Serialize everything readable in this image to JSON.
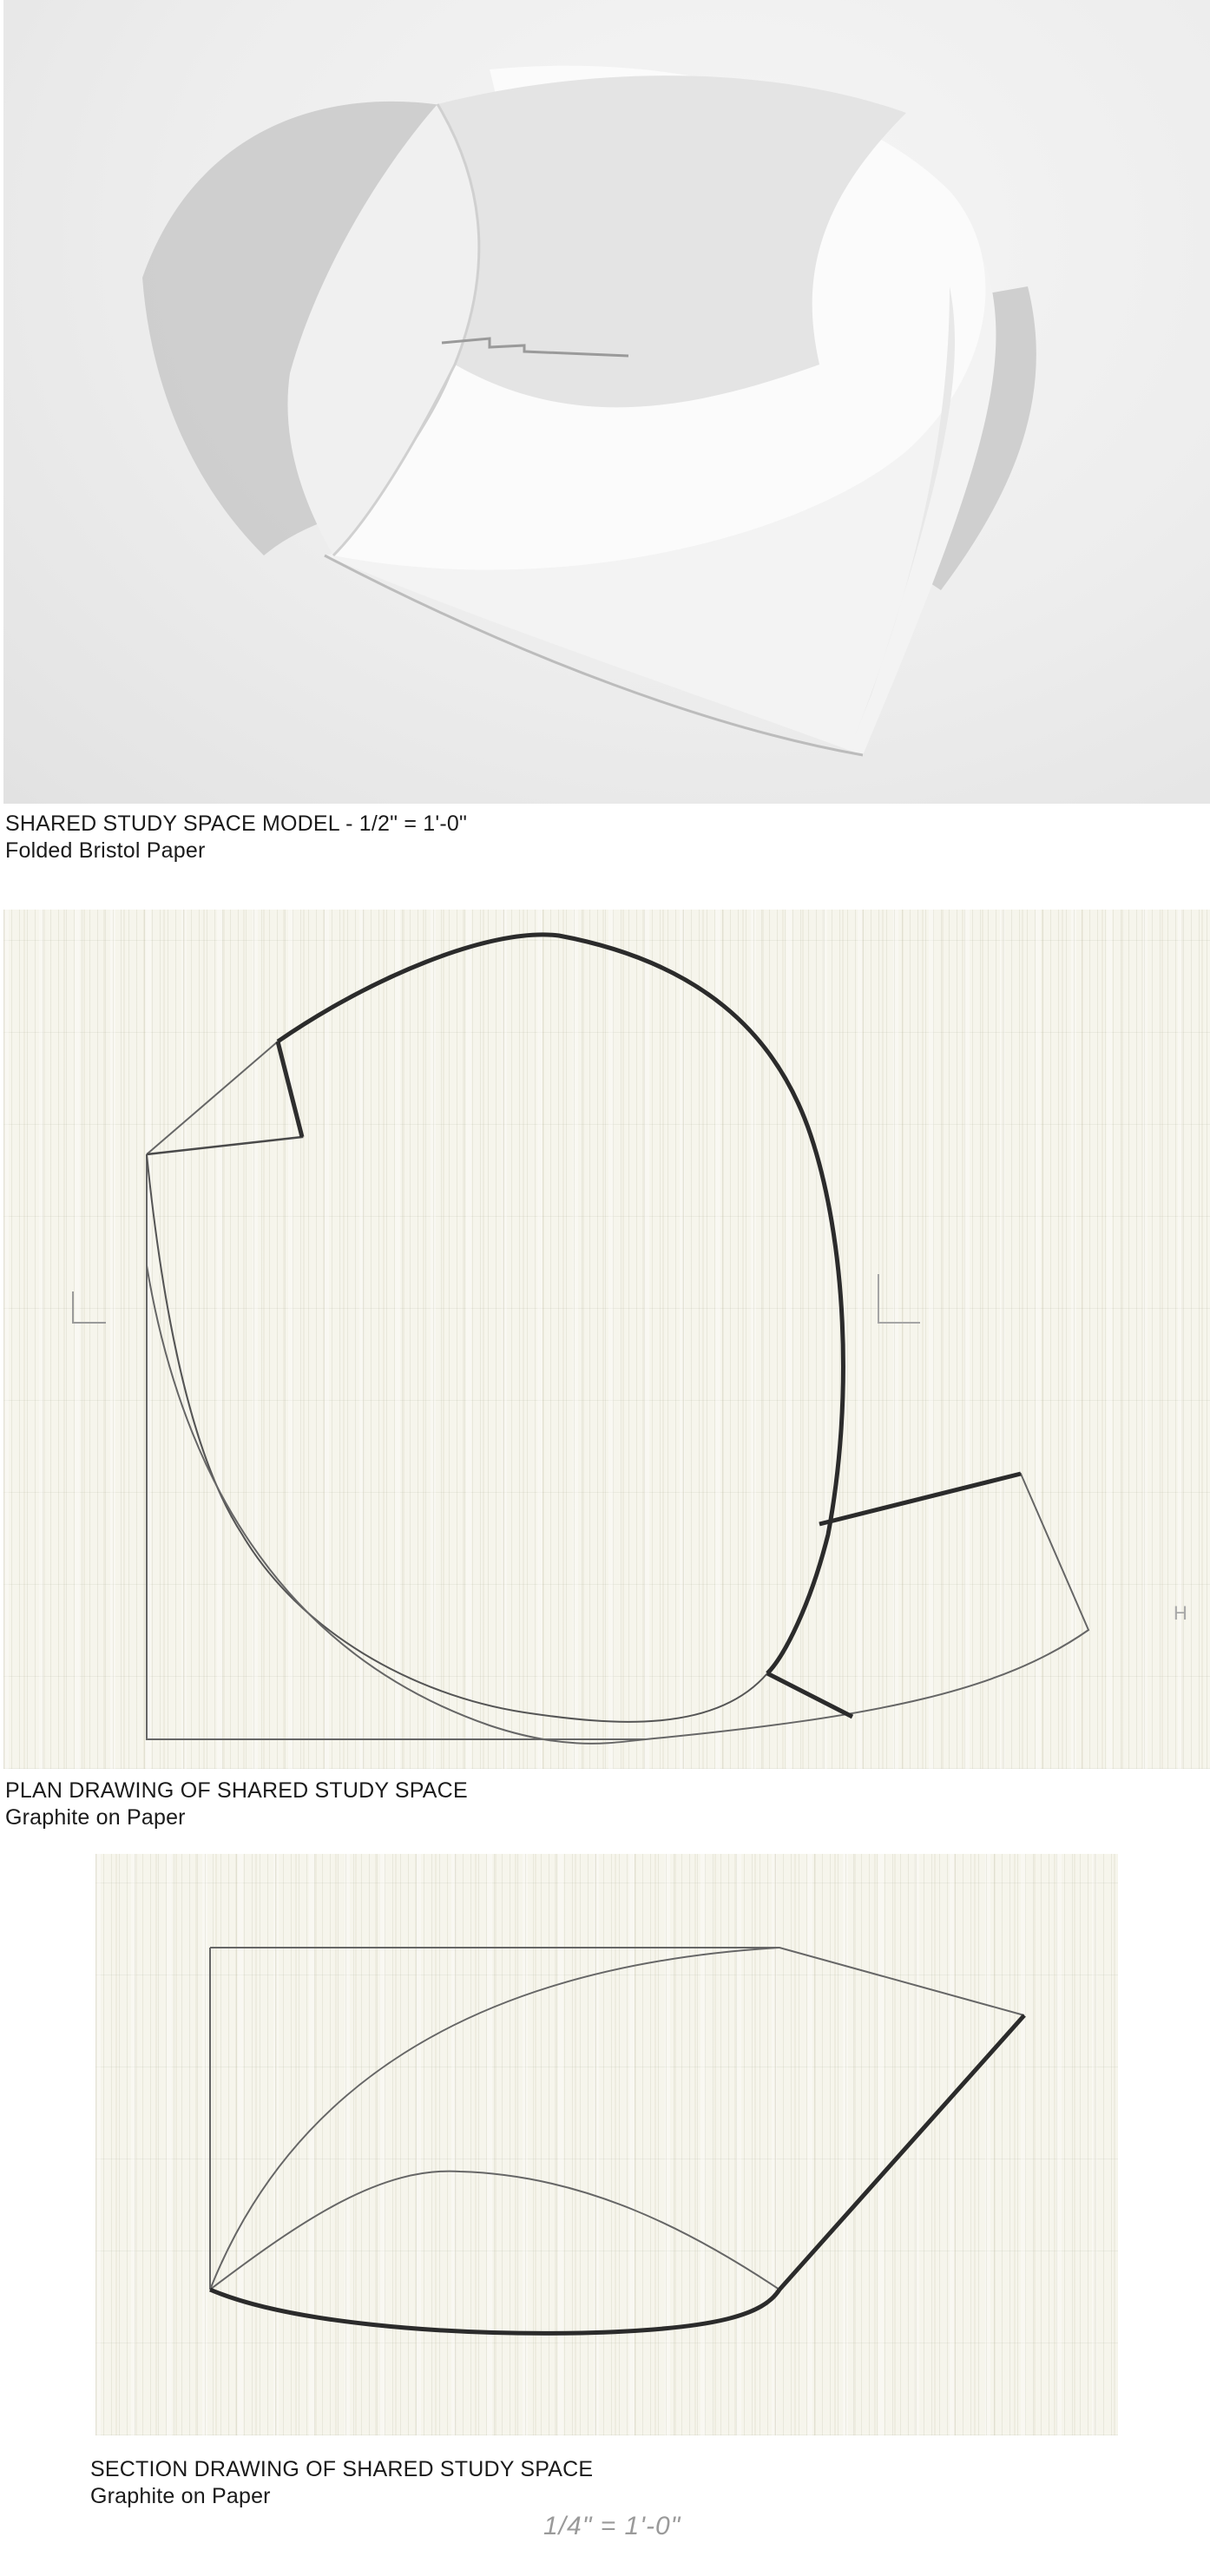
{
  "model": {
    "title": "SHARED STUDY SPACE MODEL - 1/2\" = 1'-0\"",
    "material": "Folded Bristol Paper"
  },
  "plan": {
    "title": "PLAN DRAWING OF SHARED STUDY SPACE",
    "material": "Graphite on Paper",
    "mark": "H"
  },
  "section": {
    "title": "SECTION DRAWING OF SHARED STUDY SPACE",
    "material": "Graphite on Paper",
    "scale": "1/4\" = 1'-0\""
  }
}
